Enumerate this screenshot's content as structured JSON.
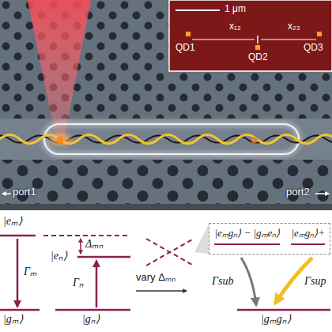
{
  "diagram": {
    "nodes": [
      {
        "text": [
          "1 μm",
          "x₁₂",
          "x₂₃",
          "QD1",
          "QD2",
          "QD3"
        ]
      },
      {
        "text": [
          "|eₘgₙ⟩ − |gₘeₙ⟩",
          "|eₘgₙ⟩+"
        ]
      }
    ],
    "labels": [
      "port1",
      "port2",
      "|eₘ⟩",
      "Γₘ",
      "|gₘ⟩",
      "Δₘₙ",
      "|eₙ⟩",
      "Γₙ",
      "|gₙ⟩",
      "vary Δₘₙ",
      "Γsub",
      "Γsup",
      "|gₘgₙ⟩"
    ]
  }
}
